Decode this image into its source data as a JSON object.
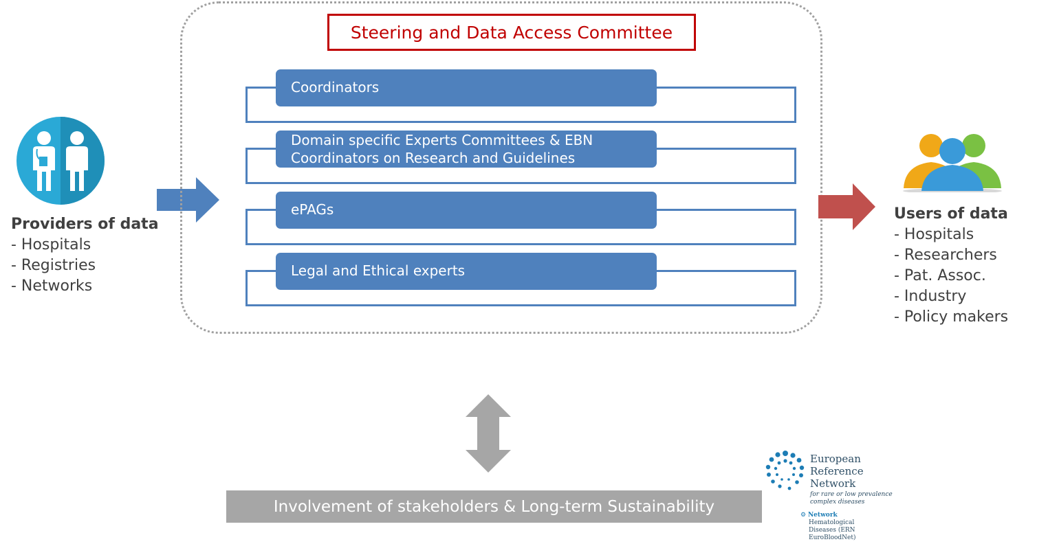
{
  "committee": {
    "title": "Steering and Data Access Committee",
    "groups": [
      {
        "line1": "Coordinators",
        "line2": ""
      },
      {
        "line1": "Domain specific Experts Committees & EBN",
        "line2": "Coordinators on Research and Guidelines"
      },
      {
        "line1": "ePAGs",
        "line2": ""
      },
      {
        "line1": "Legal and Ethical experts",
        "line2": ""
      }
    ]
  },
  "providers": {
    "heading": "Providers of data",
    "items": [
      "- Hospitals",
      "- Registries",
      "- Networks"
    ],
    "icon": "doctor-and-patient-icon"
  },
  "users": {
    "heading": "Users of data",
    "items": [
      "- Hospitals",
      "- Researchers",
      "- Pat. Assoc.",
      "- Industry",
      "- Policy makers"
    ],
    "icon": "user-group-icon"
  },
  "sustainability": {
    "label": "Involvement of stakeholders & Long-term Sustainability"
  },
  "logo": {
    "line1": "European",
    "line2": "Reference",
    "line3": "Network",
    "sub1": "for rare or low prevalence",
    "sub2": "complex diseases",
    "net": "Network",
    "net1": "Hematological",
    "net2": "Diseases (ERN EuroBloodNet)"
  },
  "colors": {
    "committee_border": "#c00000",
    "group_blue": "#4f81bd",
    "arrow_in": "#4f81bd",
    "arrow_out": "#c0504d",
    "grey": "#a6a6a6"
  }
}
